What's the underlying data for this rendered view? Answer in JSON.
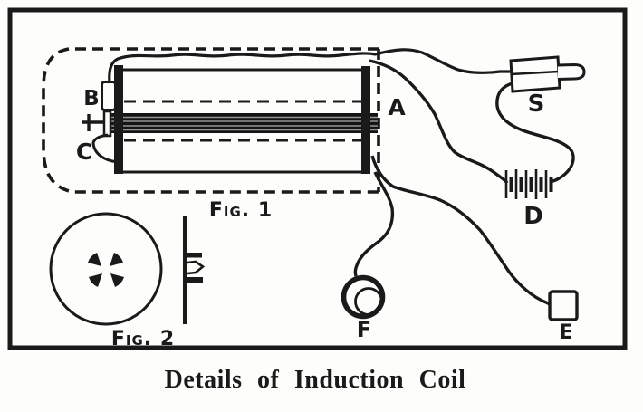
{
  "figure": {
    "caption": "Details of Induction Coil",
    "fig1_label": "Fig. 1",
    "fig2_label": "Fig. 2",
    "part_labels": {
      "case": "A",
      "vibrator": "B",
      "contact_screw": "C",
      "battery": "D",
      "key": "E",
      "wire_loop": "F",
      "switch": "S"
    }
  },
  "colors": {
    "ink": "#1a1a1a",
    "paper": "#fdfdfb"
  }
}
